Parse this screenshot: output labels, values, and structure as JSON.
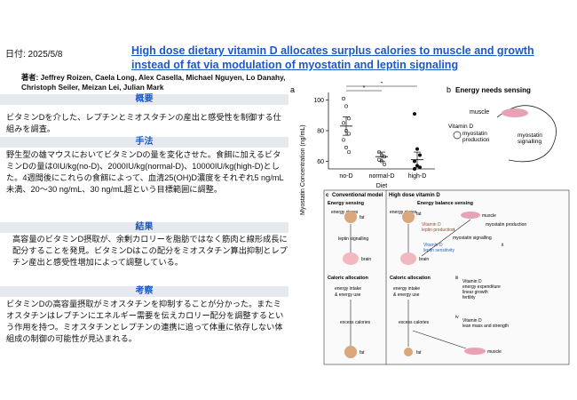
{
  "date": "日付: 2025/5/8",
  "title": "High dose dietary vitamin D allocates surplus calories to muscle and growth instead of fat via modulation of myostatin and leptin signaling",
  "authors": "著者: Jeffrey Roizen, Caela Long, Alex Casella, Michael Nguyen, Lo Danahy, Christoph Seiler, Meizan Lei, Julian Mark",
  "sections": {
    "overview": {
      "heading": "概要",
      "text": "ビタミンDを介した、レプチンとミオスタチンの産出と感受性を制御する仕組みを調査。"
    },
    "method": {
      "heading": "手法",
      "text": "野生型の雄マウスにおいてビタミンDの量を変化させた。食餌に加えるビタミンDの量は0IU/kg(no-D)、2000IU/kg(normal-D)、10000IU/kg(high-D)とした。4週間後にこれらの食餌によって、血清25(OH)D濃度をそれぞれ5 ng/mL未満、20～30 ng/mL、30 ng/mL超という目標範囲に調整。"
    },
    "result": {
      "heading": "結果",
      "text": "高容量のビタミンD摂取が、余剰カロリーを脂肪ではなく筋肉と線形成長に配分することを発見。ビタミンDはこの配分をミオスタチン算出抑制とレプチン産出と感受性増加によって調整している。"
    },
    "discussion": {
      "heading": "考察",
      "text": "ビタミンDの高容量摂取がミオスタチンを抑制することが分かった。またミオスタチンはレプチンにエネルギー需要を伝えカロリー配分を調整するという作用を持つ。ミオスタチンとレプチンの連携に追って体重に依存しない体組成の制御の可能性が見込まれる。"
    }
  },
  "figure": {
    "panel_a": {
      "label": "a",
      "chart_data": {
        "type": "scatter",
        "categories": [
          "no-D",
          "normal-D",
          "high-D"
        ],
        "ylabel": "Myostatin Concentration (ng/mL)",
        "xlabel": "Diet",
        "yticks": [
          "60",
          "80",
          "100"
        ],
        "ylim": [
          55,
          105
        ],
        "means": [
          83,
          63,
          61
        ],
        "errors": [
          6,
          3,
          5
        ],
        "points": [
          [
            101,
            96,
            88,
            85,
            80,
            78,
            74,
            69,
            66
          ],
          [
            66,
            64,
            63,
            61,
            60,
            58
          ],
          [
            91,
            68,
            64,
            60,
            57,
            56,
            55
          ]
        ],
        "significance": [
          "*",
          "*"
        ]
      }
    },
    "panel_b": {
      "label": "b",
      "title": "Energy needs sensing",
      "muscle": "muscle",
      "vitd": "Vitamin D",
      "myostatin": "myostatin",
      "production": "production",
      "myostatin2": "myostatin",
      "signalling": "signalling"
    },
    "panel_c": {
      "label": "c",
      "conventional": "Conventional model",
      "highdose": "High dose vitamin D",
      "energy_sensing": "Energy sensing",
      "energy_balance": "Energy balance sensing",
      "energy_stores": "energy stores",
      "fat": "fat",
      "leptin_signalling": "leptin signalling",
      "brain": "brain",
      "caloric_allocation": "Caloric allocation",
      "intake": "energy intake",
      "use": "& energy use",
      "excess": "excess calories",
      "muscle": "muscle",
      "vitd_leptin": "Vitamin D",
      "leptin_prod": "leptin production",
      "myostatin_prod": "myostatin production",
      "myostatin_sig": "myostatin signalling",
      "vitd_sens": "Vitamin D",
      "leptin_sens": "leptin sensitivity",
      "vitd_exp": "Vitamin D",
      "energy_exp": "energy expenditure",
      "linear_growth": "linear growth",
      "fertility": "fertility",
      "vitd_lean": "Vitamin D",
      "lean_mass": "lean mass and strength",
      "roman": [
        "i",
        "ii",
        "iii",
        "iv"
      ]
    }
  }
}
